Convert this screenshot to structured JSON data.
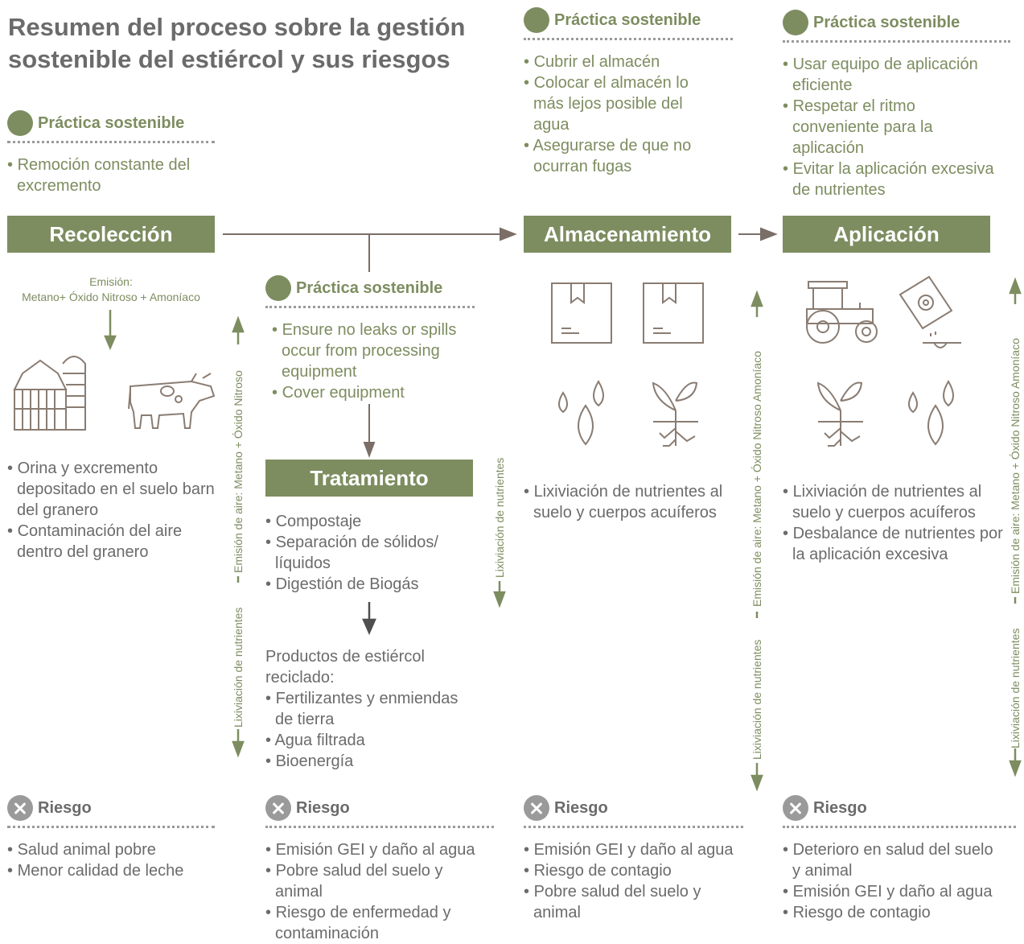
{
  "title": "Resumen del proceso sobre la gestión sostenible del estiércol y sus riesgos",
  "practice_label": "Práctica sostenible",
  "risk_label": "Riesgo",
  "colors": {
    "green": "#7d8d60",
    "gray": "#6b6b6b",
    "arrow": "#7a6e66",
    "icon": "#8a7c72"
  },
  "stages": {
    "recoleccion": {
      "label": "Recolección",
      "practices": [
        "Remoción constante del excremento"
      ],
      "emission_label": "Emisión:",
      "emission_text": "Metano+ Óxido Nitroso + Amoníaco",
      "impacts": [
        "Orina y excremento depositado en el suelo barn del granero",
        "Contaminación del aire dentro del granero"
      ],
      "risks": [
        "Salud animal pobre",
        "Menor calidad de leche"
      ],
      "icons": [
        "barn-icon",
        "cow-icon"
      ]
    },
    "tratamiento": {
      "label": "Tratamiento",
      "practices": [
        "Ensure no leaks or spills occur from processing equipment",
        "Cover equipment"
      ],
      "methods": [
        "Compostaje",
        "Separación de sólidos/ líquidos",
        "Digestión de Biogás"
      ],
      "products_heading": "Productos de estiércol reciclado:",
      "products": [
        "Fertilizantes y enmiendas de tierra",
        "Agua filtrada",
        "Bioenergía"
      ],
      "risks": [
        "Emisión GEI y daño al agua",
        "Pobre salud del suelo y animal",
        "Riesgo de enfermedad y contaminación"
      ]
    },
    "almacenamiento": {
      "label": "Almacenamiento",
      "practices": [
        "Cubrir el almacén",
        "Colocar el almacén lo más lejos posible del agua",
        "Asegurarse de que no ocurran fugas"
      ],
      "impacts": [
        "Lixiviación de nutrientes al suelo y cuerpos acuíferos"
      ],
      "risks": [
        "Emisión GEI y daño al agua",
        "Riesgo de contagio",
        "Pobre salud del suelo y animal"
      ],
      "icons": [
        "storage-box-icon",
        "storage-box-icon",
        "water-drops-icon",
        "plant-roots-icon"
      ]
    },
    "aplicacion": {
      "label": "Aplicación",
      "practices": [
        "Usar equipo de aplicación eficiente",
        "Respetar el ritmo conveniente para la aplicación",
        "Evitar la aplicación excesiva de nutrientes"
      ],
      "impacts": [
        "Lixiviación de nutrientes al suelo y cuerpos acuíferos",
        "Desbalance de nutrientes por la aplicación excesiva"
      ],
      "risks": [
        "Deterioro en salud del suelo y animal",
        "Emisión GEI y daño al agua",
        "Riesgo de contagio"
      ],
      "icons": [
        "tractor-icon",
        "fertilizer-bag-icon",
        "plant-roots-icon",
        "water-drops-icon"
      ]
    }
  },
  "side_labels": {
    "leach": "Lixiviación de nutrientes",
    "air_a": "Emisión de aire: Metano + Óxido Nitroso",
    "air_b": "Emisión de aire: Metano + Óxido Nitroso Amoníaco"
  }
}
